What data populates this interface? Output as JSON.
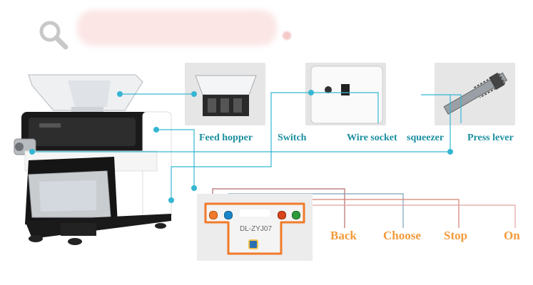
{
  "search": {
    "icon": "search-icon"
  },
  "parts": {
    "feed_hopper": "Feed hopper",
    "switch": "Switch",
    "wire_socket": "Wire socket",
    "squeezer": "squeezer",
    "press_lever": "Press lever"
  },
  "panel": {
    "model": "DL-ZYJ07",
    "buttons": {
      "back": "Back",
      "choose": "Choose",
      "stop": "Stop",
      "on": "On"
    }
  },
  "colors": {
    "teal": "#1b8fa0",
    "line_teal": "#35b6d2",
    "orange": "#f29a3a",
    "panel_orange": "#f07a2a",
    "button_blue": "#1a84c8",
    "button_red": "#d9441c",
    "button_green": "#2e9a3a"
  }
}
